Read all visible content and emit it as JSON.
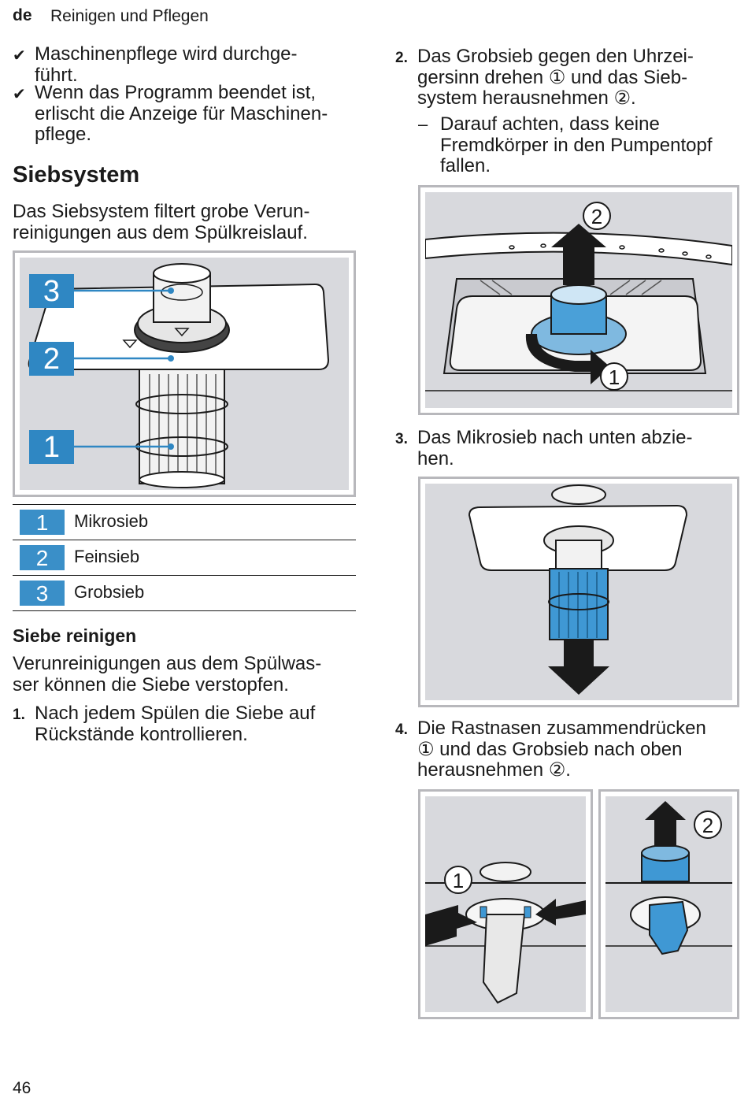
{
  "header": {
    "lang": "de",
    "title": "Reinigen und Pflegen"
  },
  "left": {
    "checks": [
      {
        "icon": "check-icon",
        "text": "Maschinenpflege wird durchge-\nführt."
      },
      {
        "icon": "check-icon",
        "text": "Wenn das Programm beendet ist,\nerlischt die Anzeige für Maschinen-\npflege."
      }
    ],
    "section_title": "Siebsystem",
    "intro": "Das Siebsystem filtert grobe Verun-\nreinigungen aus dem Spülkreislauf.",
    "figure_callouts": [
      "3",
      "2",
      "1"
    ],
    "legend": [
      {
        "num": "1",
        "label": "Mikrosieb"
      },
      {
        "num": "2",
        "label": "Feinsieb"
      },
      {
        "num": "3",
        "label": "Grobsieb"
      }
    ],
    "sub_title": "Siebe reinigen",
    "sub_intro": "Verunreinigungen aus dem Spülwas-\nser können die Siebe verstopfen.",
    "step1": {
      "num": "1.",
      "text": "Nach jedem Spülen die Siebe auf\nRückstände kontrollieren."
    }
  },
  "right": {
    "step2": {
      "num": "2.",
      "text": "Das Grobsieb gegen den Uhrzei-\ngersinn drehen ① und das Sieb-\nsystem herausnehmen ②."
    },
    "step2_note": {
      "dash": "–",
      "text": "Darauf achten, dass keine\nFremdkörper in den Pumpentopf\nfallen."
    },
    "fig2_labels": [
      "2",
      "1"
    ],
    "step3": {
      "num": "3.",
      "text": "Das Mikrosieb nach unten abzie-\nhen."
    },
    "step4": {
      "num": "4.",
      "text": "Die Rastnasen zusammendrücken\n① und das Grobsieb nach oben\nherausnehmen ②."
    },
    "fig4_labels": [
      "1",
      "2"
    ]
  },
  "footer": {
    "page": "46"
  },
  "colors": {
    "accent_blue": "#2f87c3",
    "figure_bg": "#d8d9dd",
    "frame": "#b8b8bc"
  }
}
